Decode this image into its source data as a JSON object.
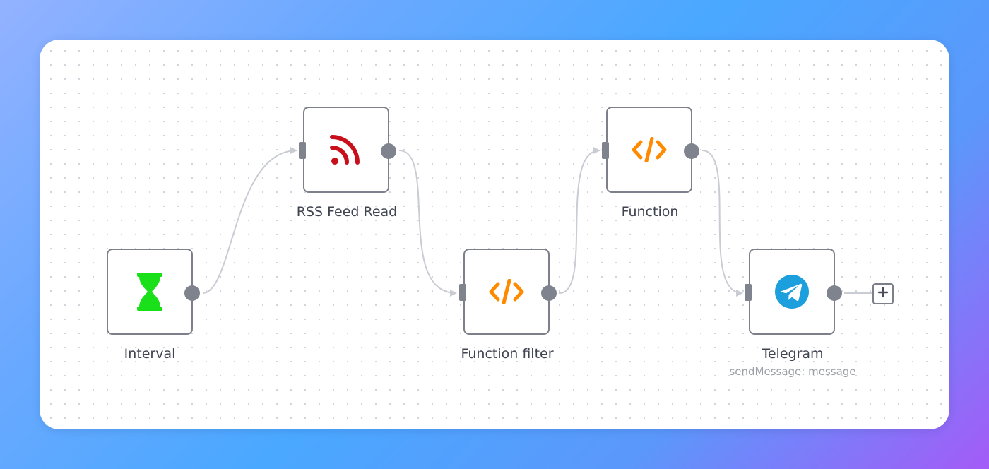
{
  "workflow": {
    "nodes": [
      {
        "id": "interval",
        "label": "Interval",
        "subtitle": "",
        "icon": "hourglass-icon",
        "icon_color": "#19e019"
      },
      {
        "id": "rss",
        "label": "RSS Feed Read",
        "subtitle": "",
        "icon": "rss-icon",
        "icon_color": "#c8101d"
      },
      {
        "id": "filter",
        "label": "Function filter",
        "subtitle": "",
        "icon": "code-icon",
        "icon_color": "#ff8a00"
      },
      {
        "id": "function",
        "label": "Function",
        "subtitle": "",
        "icon": "code-icon",
        "icon_color": "#ff8a00"
      },
      {
        "id": "telegram",
        "label": "Telegram",
        "subtitle": "sendMessage: message",
        "icon": "telegram-icon",
        "icon_color": "#1c9fdd"
      }
    ],
    "connections": [
      {
        "from": "interval",
        "to": "rss"
      },
      {
        "from": "rss",
        "to": "filter"
      },
      {
        "from": "filter",
        "to": "function"
      },
      {
        "from": "function",
        "to": "telegram"
      }
    ],
    "add_button": {
      "icon": "plus-icon"
    }
  },
  "colors": {
    "node_border": "#7d808a",
    "handle": "#7f838d",
    "connection": "#c9ccd3",
    "label": "#3f4450",
    "subtitle": "#9a9ea6"
  }
}
